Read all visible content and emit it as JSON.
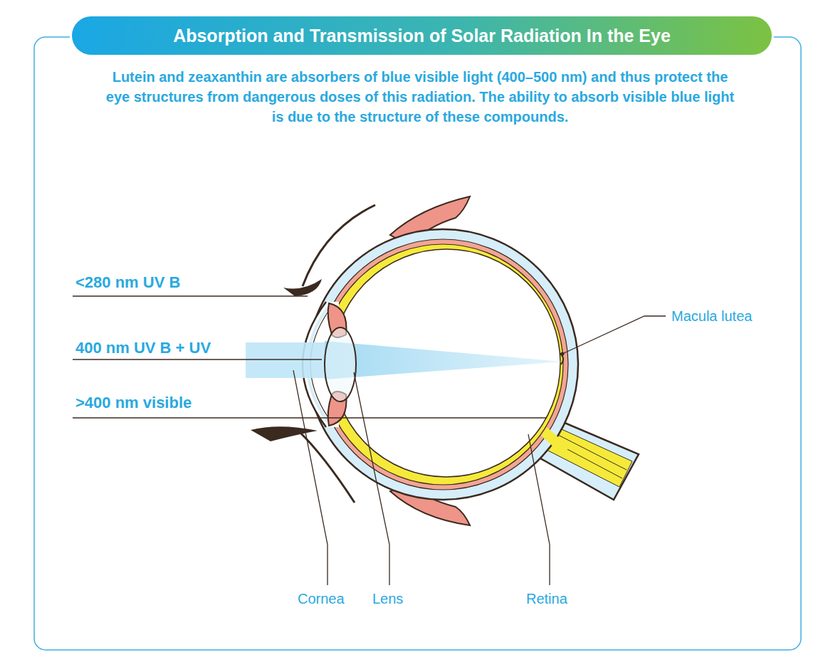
{
  "diagram": {
    "title": "Absorption and Transmission of Solar Radiation In the Eye",
    "caption": "Lutein and zeaxanthin are absorbers of blue visible light (400–500 nm) and thus protect the eye structures from dangerous doses of this radiation. The ability to absorb visible blue light is due to the structure of these compounds.",
    "labels": [
      "<280 nm UV B",
      "400 nm UV B + UV",
      ">400 nm visible",
      "Macula lutea",
      "Cornea",
      "Lens",
      "Retina"
    ]
  }
}
